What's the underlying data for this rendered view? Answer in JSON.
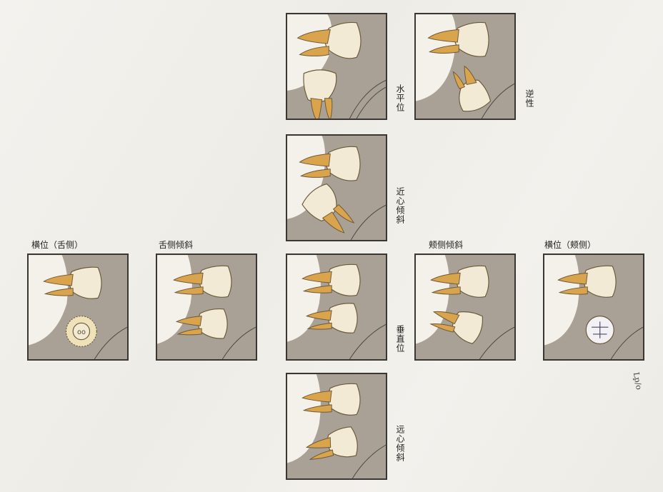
{
  "panels": {
    "horizontal": {
      "label": "水平位"
    },
    "inverted": {
      "label": "逆性"
    },
    "mesioangular": {
      "label": "近心倾斜"
    },
    "vertical": {
      "label": "垂直位"
    },
    "distoangular": {
      "label": "远心倾斜"
    },
    "lingual_inversion": {
      "label": "横位（舌侧）"
    },
    "lingual_tilt": {
      "label": "舌侧倾斜"
    },
    "buccal_tilt": {
      "label": "颊侧倾斜"
    },
    "buccal_inversion": {
      "label": "横位（颊侧）"
    }
  },
  "scribble_text": "Lp/o",
  "colors": {
    "bone": "#a9a096",
    "soft_tissue": "#f3f1ea",
    "tooth_enamel": "#f3ead6",
    "tooth_root": "#d9a44b",
    "frame": "#3a3633"
  }
}
